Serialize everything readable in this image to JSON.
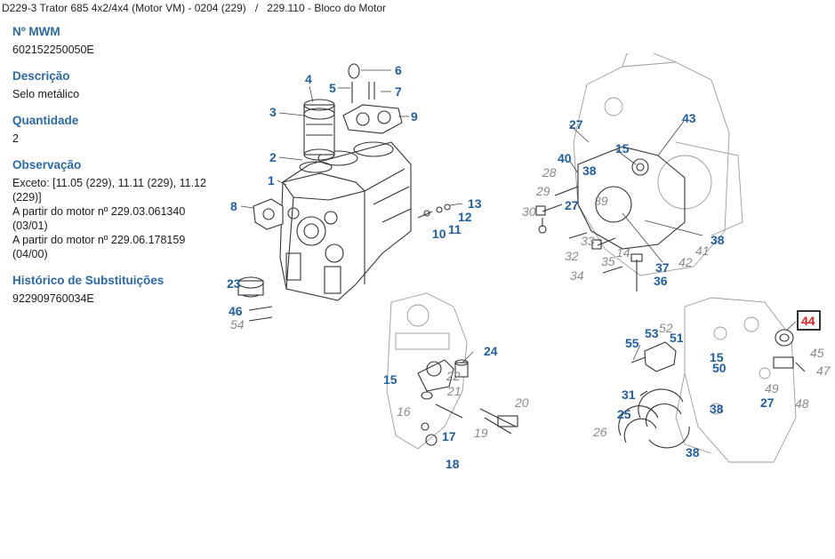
{
  "breadcrumb": {
    "model": "D229-3 Trator 685 4x2/4x4 (Motor VM) - 0204 (229)",
    "separator": "/",
    "group": "229.110 - Bloco do Motor"
  },
  "fields": {
    "mwm_label": "Nº MWM",
    "mwm_value": "602152250050E",
    "descricao_label": "Descrição",
    "descricao_value": "Selo metálico",
    "quantidade_label": "Quantidade",
    "quantidade_value": "2",
    "observacao_label": "Observação",
    "observacao_lines": [
      "Exceto: [11.05 (229), 11.11 (229), 11.12",
      "(229)]",
      "A partir do motor nº 229.03.061340",
      "(03/01)",
      "A partir do motor nº 229.06.178159",
      "(04/00)"
    ],
    "historico_label": "Histórico de Substituições",
    "historico_value": "922909760034E"
  },
  "diagram": {
    "highlighted_part": "44",
    "callouts": [
      "1",
      "2",
      "3",
      "4",
      "5",
      "6",
      "7",
      "8",
      "9",
      "10",
      "11",
      "12",
      "13",
      "23",
      "46",
      "54",
      "27",
      "43",
      "15",
      "40",
      "38",
      "28",
      "29",
      "30",
      "27",
      "33",
      "32",
      "35",
      "14",
      "34",
      "37",
      "36",
      "41",
      "42",
      "38",
      "39",
      "24",
      "15",
      "22",
      "21",
      "16",
      "20",
      "17",
      "19",
      "18",
      "55",
      "53",
      "52",
      "51",
      "15",
      "50",
      "31",
      "25",
      "26",
      "38",
      "38",
      "45",
      "47",
      "49",
      "27",
      "48"
    ],
    "colors": {
      "accent": "#2a6aa6",
      "callout_active": "#1f5f9f",
      "callout_inactive": "#8a8a8a",
      "highlight_text": "#e02020"
    }
  }
}
